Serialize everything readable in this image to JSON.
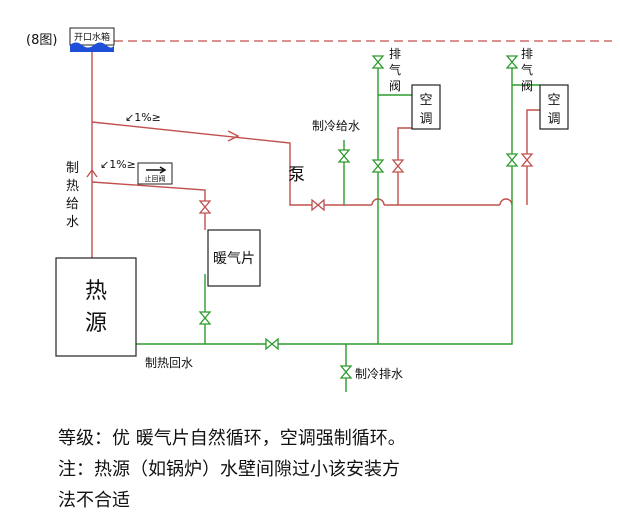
{
  "figure_tag": "(8图)",
  "tank_label": "开口水箱",
  "labels": {
    "heat_source": [
      "热",
      "源"
    ],
    "heating_supply": [
      "制",
      "热",
      "给",
      "水"
    ],
    "heating_return": "制热回水",
    "radiator": "暖气片",
    "pump": "泵",
    "check_valve": "止回阀",
    "slope_top": "↙1%≥",
    "slope_mid": "↙1%≥",
    "cooling_supply": "制冷给水",
    "cooling_drain": "制冷排水",
    "vent_1": [
      "排",
      "气",
      "阀"
    ],
    "vent_2": [
      "排",
      "气",
      "阀"
    ],
    "ac_1": [
      "空",
      "调"
    ],
    "ac_2": [
      "空",
      "调"
    ]
  },
  "caption": {
    "line1": "等级：优  暖气片自然循环，空调强制循环。",
    "line2": "注：热源（如锅炉）水壁间隙过小该安装方",
    "line3": "法不合适"
  },
  "colors": {
    "hot": "#c0504d",
    "cold": "#2e9b2e",
    "dash": "#c0504d",
    "tank_water": "#1f4fd8"
  }
}
